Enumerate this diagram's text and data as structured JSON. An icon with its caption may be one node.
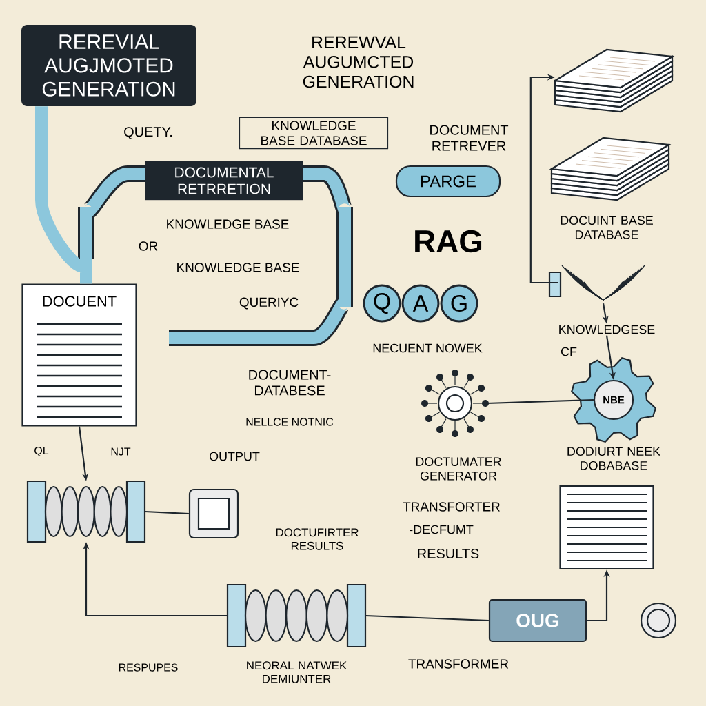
{
  "diagram": {
    "nodes": [
      {
        "text": [
          "REREVIAL AUGJMOTED GENERATION"
        ]
      },
      {
        "text": [
          "REREWVAL AUGUMCTED GENERATION"
        ]
      },
      {
        "text": [
          "KNOWLEDGE BASE DATABASE"
        ]
      },
      {
        "text": [
          "DOCUMENTAL RETRRETION"
        ]
      },
      {
        "text": [
          "PARGE"
        ]
      },
      {
        "text": [],
        "shape": "picture"
      },
      {
        "text": [],
        "shape": "picture"
      },
      {
        "text": [],
        "shape": "picture"
      },
      {
        "text": [
          "KNOWLEDGESE"
        ]
      },
      {
        "text": [
          "NBE"
        ]
      },
      {
        "text": [
          "DOCUENT"
        ]
      },
      {
        "text": [
          "Q"
        ]
      },
      {
        "text": [
          "A"
        ]
      },
      {
        "text": [
          "G"
        ]
      },
      {
        "text": [],
        "shape": "picture"
      },
      {
        "text": [],
        "shape": "picture"
      },
      {
        "text": [],
        "shape": "box"
      },
      {
        "text": [],
        "shape": "picture"
      },
      {
        "text": [
          "OUG"
        ]
      },
      {
        "text": [],
        "shape": "box"
      },
      {
        "text": [],
        "shape": "circle"
      }
    ],
    "edges": [
      {
        "from": 7,
        "to": 5,
        "arrow": "to"
      },
      {
        "from": 7,
        "to": 8,
        "arrow": "to"
      },
      {
        "from": 8,
        "to": 9,
        "arrow": "to"
      },
      {
        "from": 14,
        "to": 9,
        "arrow": "none"
      },
      {
        "from": 10,
        "to": 15,
        "arrow": "to"
      },
      {
        "from": 17,
        "to": 15,
        "arrow": "to"
      },
      {
        "from": 15,
        "to": 16,
        "arrow": "none"
      },
      {
        "from": 17,
        "to": 18,
        "arrow": "none"
      },
      {
        "from": 18,
        "to": 19,
        "arrow": "to"
      },
      {
        "from": 0,
        "to": 10,
        "arrow": "none",
        "style": "thick",
        "color": "#8cc7dc"
      }
    ],
    "labels": [
      "QUETY.",
      "DOCUMENT RETREVER",
      "KNOWLEDGE BASE",
      "OR",
      "KNOWLEDGE BASE",
      "RAG",
      "DOCUINT BASE DATABASE",
      "QUERIYC",
      "NECUENT NOWEK",
      "CF",
      "DOCUMENT- DATABESE",
      "NELLCE NOTNIC",
      "DODIURT NEEK DOBABASE",
      "QL",
      "NJT",
      "OUTPUT",
      "DOCTUMATER GENERATOR",
      "TRANSFORTER",
      "DOCTUFIRTER RESULTS",
      "-DECFUMT",
      "RESULTS",
      "RESPUPES",
      "NEORAL NATWEK DEMIUNTER",
      "TRANSFORMER"
    ]
  }
}
